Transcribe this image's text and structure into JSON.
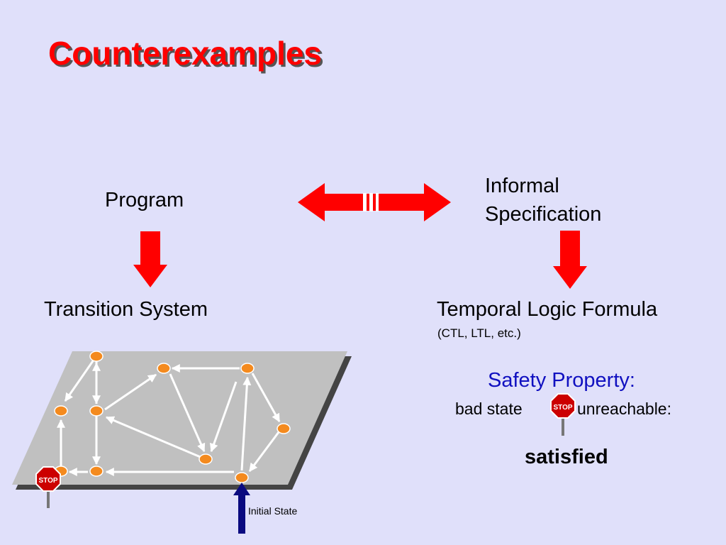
{
  "title": "Counterexamples",
  "program": "Program",
  "informal_spec": [
    "Informal",
    "Specification"
  ],
  "transition_system": "Transition System",
  "temporal_formula": "Temporal Logic Formula",
  "temporal_examples": "(CTL, LTL, etc.)",
  "safety_property": "Safety Property:",
  "bad_state": "bad state",
  "unreachable": "unreachable:",
  "result": "satisfied",
  "initial_state": "Initial State",
  "stop_sign_text": "STOP",
  "colors": {
    "title": "#ff0000",
    "arrow": "#ff0000",
    "safety": "#1010c0",
    "node": "#f48a1e",
    "plane": "#c0c0c0",
    "initial_arrow": "#0a0a80"
  }
}
